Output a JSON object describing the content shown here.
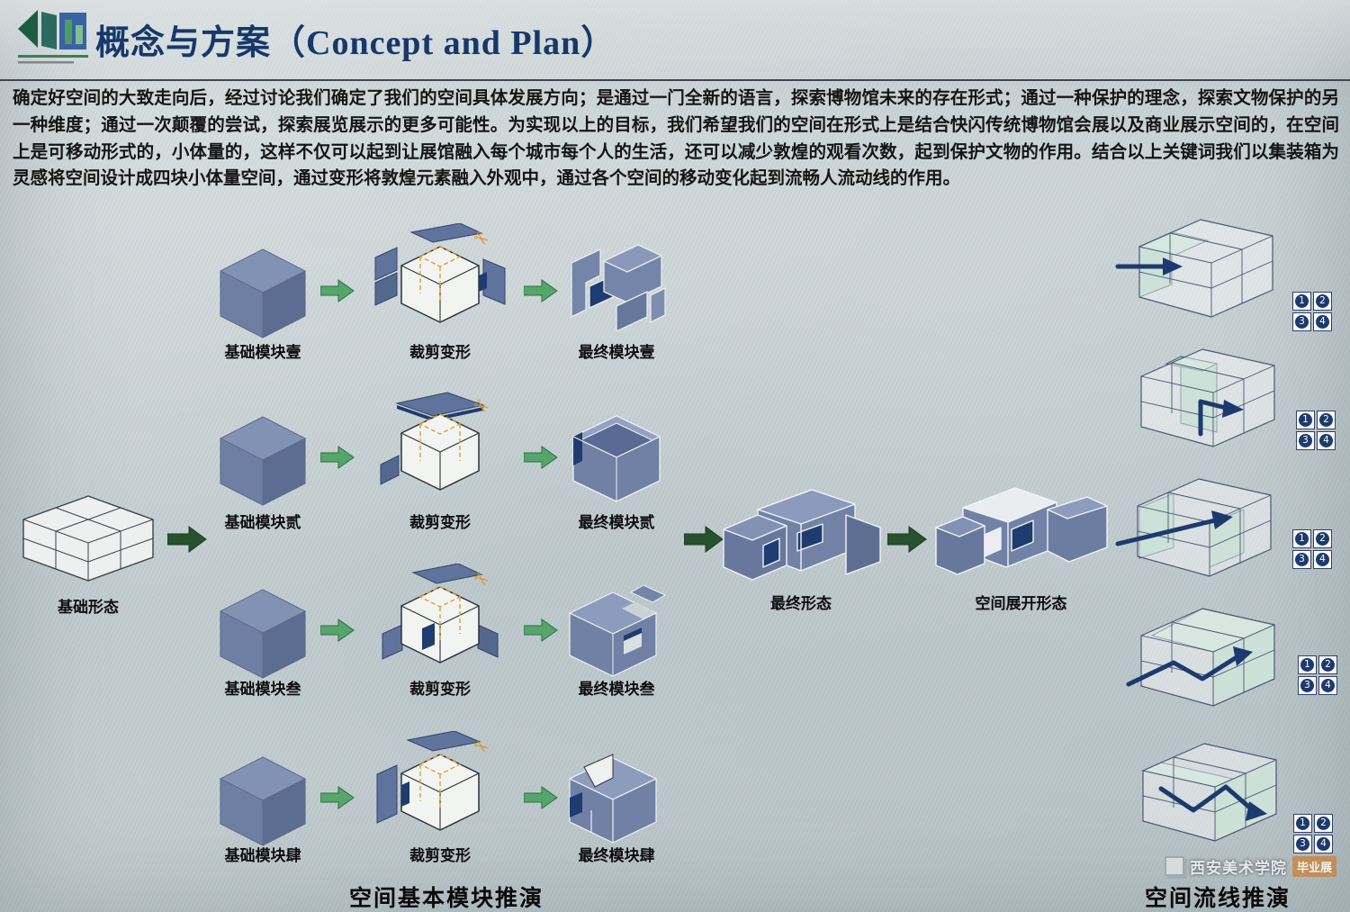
{
  "header": {
    "title": "概念与方案（Concept and Plan）"
  },
  "intro": {
    "text": "确定好空间的大致走向后，经过讨论我们确定了我们的空间具体发展方向；是通过一门全新的语言，探索博物馆未来的存在形式；通过一种保护的理念，探索文物保护的另一种维度；通过一次颠覆的尝试，探索展览展示的更多可能性。为实现以上的目标，我们希望我们的空间在形式上是结合快闪传统博物馆会展以及商业展示空间的，在空间上是可移动形式的，小体量的，这样不仅可以起到让展馆融入每个城市每个人的生活，还可以减少敦煌的观看次数，起到保护文物的作用。结合以上关键词我们以集装箱为灵感将空间设计成四块小体量空间，通过变形将敦煌元素融入外观中，通过各个空间的移动变化起到流畅人流动线的作用。"
  },
  "base_form": {
    "label": "基础形态"
  },
  "rows": [
    {
      "base_label": "基础模块壹",
      "cut_label": "裁剪变形",
      "final_label": "最终模块壹"
    },
    {
      "base_label": "基础模块贰",
      "cut_label": "裁剪变形",
      "final_label": "最终模块贰"
    },
    {
      "base_label": "基础模块叁",
      "cut_label": "裁剪变形",
      "final_label": "最终模块叁"
    },
    {
      "base_label": "基础模块肆",
      "cut_label": "裁剪变形",
      "final_label": "最终模块肆"
    }
  ],
  "result": {
    "final_label": "最终形态",
    "unfold_label": "空间展开形态"
  },
  "flow": {
    "badge_numbers": [
      "1",
      "2",
      "3",
      "4"
    ]
  },
  "captions": {
    "modules": "空间基本模块推演",
    "circulation": "空间流线推演"
  },
  "watermark": {
    "school": "西安美术学院",
    "badge": "毕业展"
  },
  "icons": {
    "scissors": "✂"
  },
  "colors": {
    "title_navy": "#16386b",
    "module_blue": "#7081a5",
    "deep_navy": "#1f3c70",
    "arrow_green": "#56a56b",
    "arrow_dark_green": "#27522f",
    "cut_line_orange": "#dd9f35",
    "flow_green": "#a3cab7",
    "background": "#c7d1d3"
  }
}
